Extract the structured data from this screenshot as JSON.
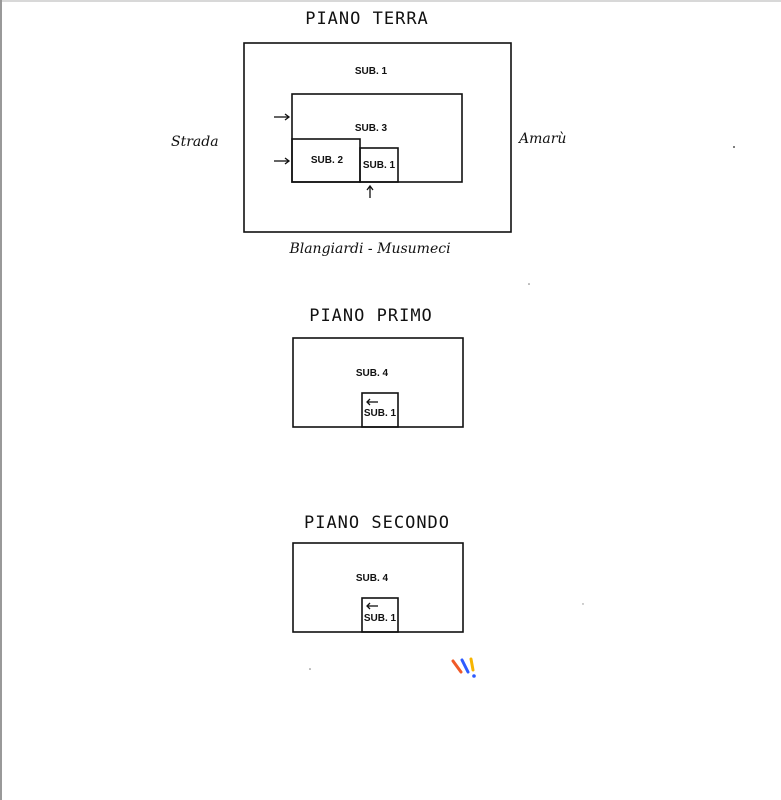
{
  "piano_terra": {
    "title": "PIANO TERRA",
    "labels": {
      "sub1": "SUB. 1",
      "sub3": "SUB. 3",
      "sub2": "SUB. 2",
      "sub1_small": "SUB. 1"
    },
    "neighbors": {
      "left": "Strada",
      "right": "Amarù",
      "bottom": "Blangiardi - Musumeci"
    }
  },
  "piano_primo": {
    "title": "PIANO PRIMO",
    "labels": {
      "sub4": "SUB. 4",
      "sub1": "SUB. 1"
    }
  },
  "piano_secondo": {
    "title": "PIANO SECONDO",
    "labels": {
      "sub4": "SUB. 4",
      "sub1": "SUB. 1"
    }
  },
  "colors": {
    "ink": "#111111",
    "logo": [
      "#f05a28",
      "#2e5bff",
      "#f7b500"
    ]
  }
}
